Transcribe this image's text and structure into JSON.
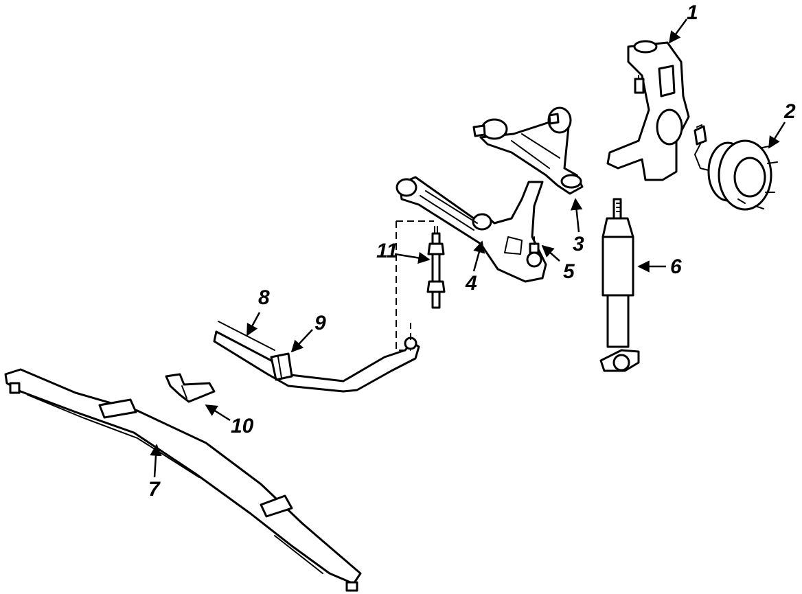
{
  "diagram": {
    "callouts": [
      {
        "id": "1",
        "label": "1"
      },
      {
        "id": "2",
        "label": "2"
      },
      {
        "id": "3",
        "label": "3"
      },
      {
        "id": "4",
        "label": "4"
      },
      {
        "id": "5",
        "label": "5"
      },
      {
        "id": "6",
        "label": "6"
      },
      {
        "id": "7",
        "label": "7"
      },
      {
        "id": "8",
        "label": "8"
      },
      {
        "id": "9",
        "label": "9"
      },
      {
        "id": "10",
        "label": "10"
      },
      {
        "id": "11",
        "label": "11"
      }
    ]
  },
  "colors": {
    "ink": "#000000",
    "paper": "#ffffff"
  }
}
